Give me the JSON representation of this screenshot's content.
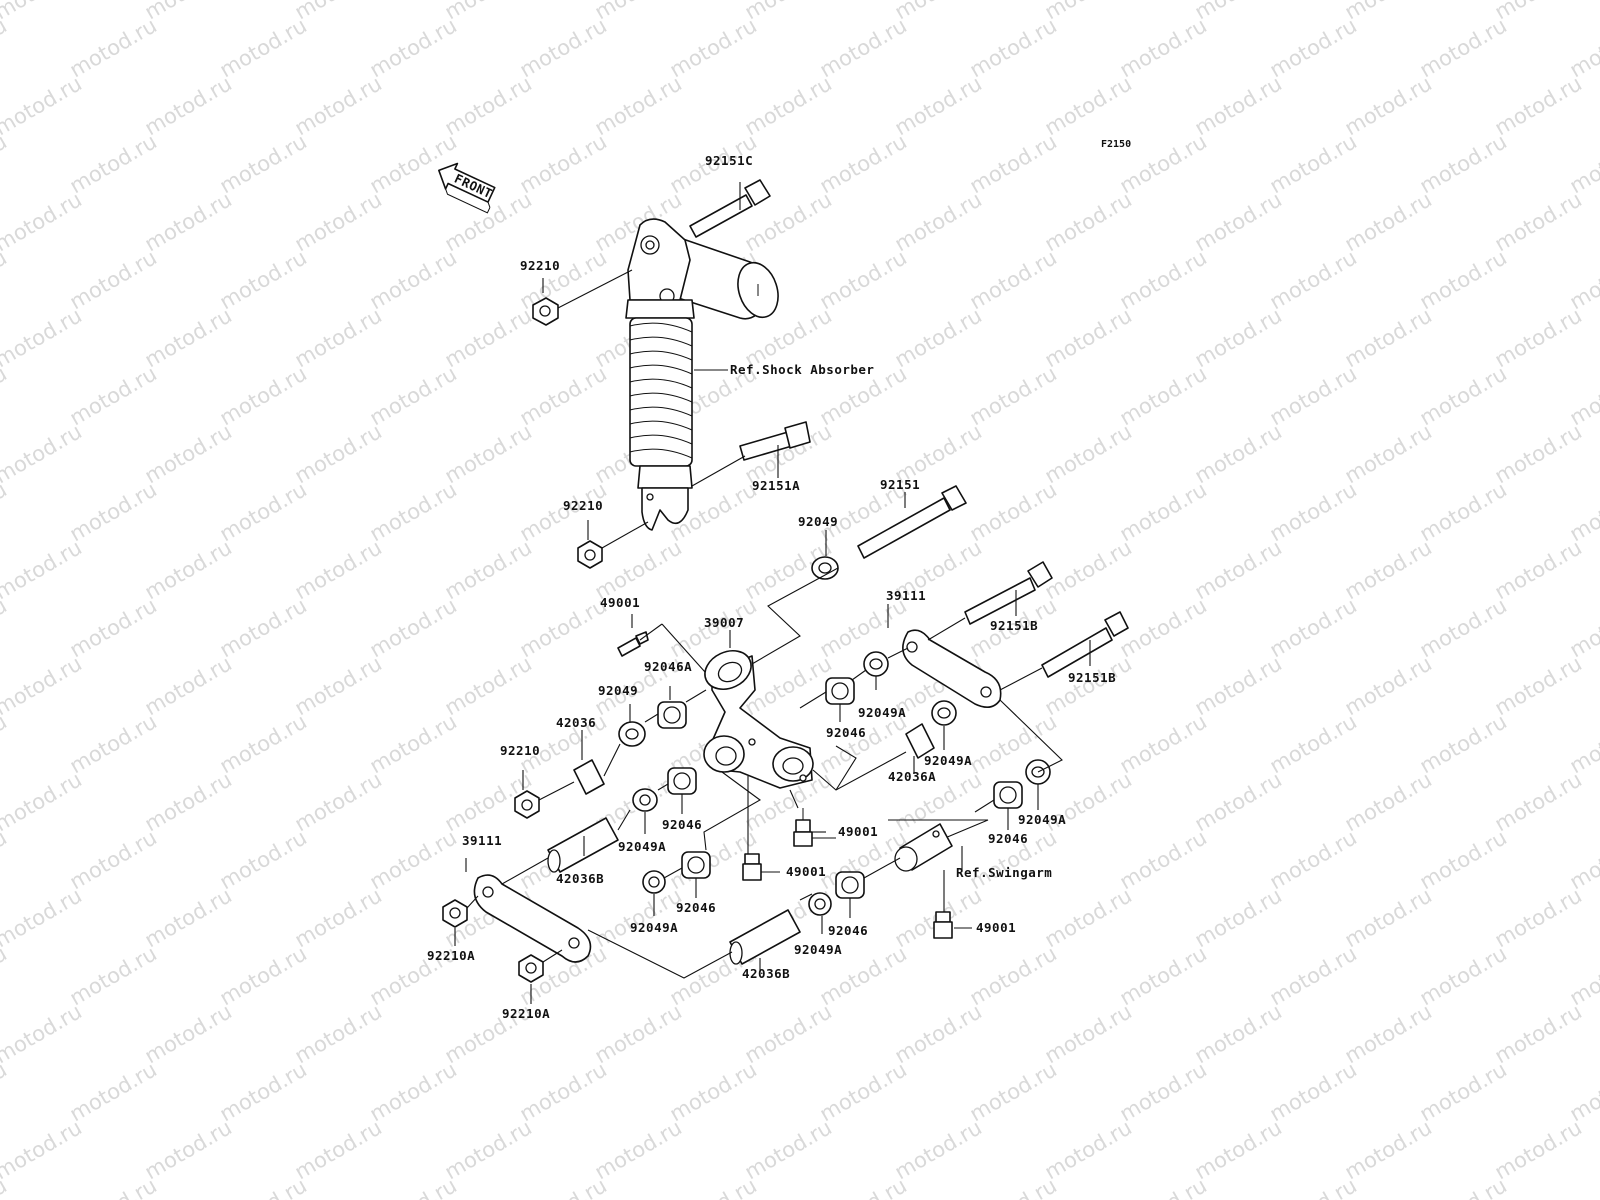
{
  "figure_code": "F2150",
  "front_arrow_label": "FRONT",
  "watermark_text": "motod.ru",
  "colors": {
    "line": "#111111",
    "watermark": "#d9d9d9",
    "background": "#ffffff"
  },
  "references": {
    "shock_absorber": "Ref.Shock Absorber",
    "swingarm": "Ref.Swingarm"
  },
  "part_labels": [
    {
      "id": "bolt-top",
      "text": "92151C"
    },
    {
      "id": "nut-top",
      "text": "92210"
    },
    {
      "id": "bolt-bottom-shock",
      "text": "92151A"
    },
    {
      "id": "nut-bottom-shock",
      "text": "92210"
    },
    {
      "id": "bolt-long",
      "text": "92151"
    },
    {
      "id": "seal-upper",
      "text": "92049"
    },
    {
      "id": "fitting-upper-left",
      "text": "49001"
    },
    {
      "id": "rocker",
      "text": "39007"
    },
    {
      "id": "rod-right",
      "text": "39111"
    },
    {
      "id": "bolt-rod-upper",
      "text": "92151B"
    },
    {
      "id": "bolt-rod-lower",
      "text": "92151B"
    },
    {
      "id": "bearing-upper-left",
      "text": "92046A"
    },
    {
      "id": "seal-left",
      "text": "92049"
    },
    {
      "id": "seal-right-upper",
      "text": "92049A"
    },
    {
      "id": "bearing-right-upper",
      "text": "92046"
    },
    {
      "id": "sleeve-left",
      "text": "42036"
    },
    {
      "id": "nut-left",
      "text": "92210"
    },
    {
      "id": "seal-right-mid",
      "text": "92049A"
    },
    {
      "id": "sleeve-right",
      "text": "42036A"
    },
    {
      "id": "bearing-mid",
      "text": "92046"
    },
    {
      "id": "seal-mid",
      "text": "92049A"
    },
    {
      "id": "fitting-mid-right",
      "text": "49001"
    },
    {
      "id": "fitting-mid",
      "text": "49001"
    },
    {
      "id": "rod-left",
      "text": "39111"
    },
    {
      "id": "sleeve-lower-left",
      "text": "42036B"
    },
    {
      "id": "bearing-lower",
      "text": "92046"
    },
    {
      "id": "seal-lower",
      "text": "92049A"
    },
    {
      "id": "seal-far-right",
      "text": "92049A"
    },
    {
      "id": "bearing-far-right",
      "text": "92046"
    },
    {
      "id": "fitting-swingarm",
      "text": "49001"
    },
    {
      "id": "bearing-swingarm",
      "text": "92046"
    },
    {
      "id": "seal-swingarm",
      "text": "92049A"
    },
    {
      "id": "sleeve-lower",
      "text": "42036B"
    },
    {
      "id": "nut-rod-left",
      "text": "92210A"
    },
    {
      "id": "nut-rod-lower",
      "text": "92210A"
    }
  ]
}
